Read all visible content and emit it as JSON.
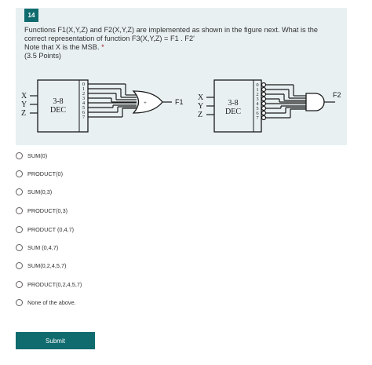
{
  "question": {
    "number": "14",
    "lines": [
      "Functions F1(X,Y,Z) and F2(X,Y,Z) are implemented as shown in the figure next. What is the",
      "correct representation of function F3(X,Y,Z) = F1 . F2'",
      "Note that X is the MSB."
    ],
    "required_mark": "*",
    "points": "(3.5 Points)"
  },
  "diagram": {
    "left": {
      "inputs": [
        "X",
        "Y",
        "Z"
      ],
      "decoder_label": [
        "3-8",
        "DEC"
      ],
      "outputs": [
        "0",
        "1",
        "2",
        "3",
        "4",
        "5",
        "6",
        "7"
      ],
      "gate_symbol": "+",
      "output_label": "F1"
    },
    "right": {
      "inputs": [
        "X",
        "Y",
        "Z"
      ],
      "decoder_label": [
        "3-8",
        "DEC"
      ],
      "outputs": [
        "0",
        "1",
        "2",
        "3",
        "4",
        "5",
        "6",
        "7"
      ],
      "output_label": "F2"
    }
  },
  "options": [
    "SUM(0)",
    "PRODUCT(0)",
    "SUM(0,3)",
    "PRODUCT(0,3)",
    "PRODUCT (0,4,7)",
    "SUM (0,4,7)",
    "SUM(0,2,4,5,7)",
    "PRODUCT(0,2,4,5,7)",
    "None of the above."
  ],
  "submit_label": "Submit",
  "colors": {
    "accent": "#0f6b6e",
    "card_bg": "#e8f0f2",
    "required": "#a4262c"
  }
}
